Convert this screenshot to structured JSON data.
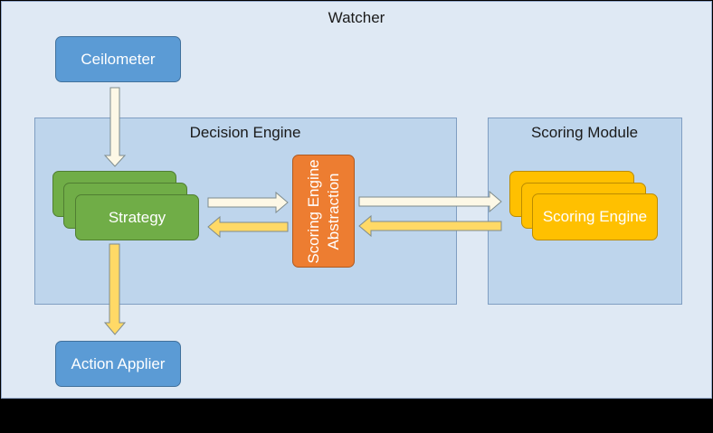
{
  "diagram": {
    "watcher_title": "Watcher",
    "decision_engine_title": "Decision Engine",
    "scoring_module_title": "Scoring Module",
    "ceilometer_label": "Ceilometer",
    "strategy_label": "Strategy",
    "abstraction_line1": "Scoring Engine",
    "abstraction_line2": "Abstraction",
    "scoring_engine_label": "Scoring Engine",
    "action_applier_label": "Action Applier"
  },
  "colors": {
    "background": "#000000",
    "watcher_fill": "#dfe9f4",
    "panel_fill": "#bed5ec",
    "blue": "#5b9bd5",
    "green": "#70ad47",
    "orange": "#ed7d31",
    "gold": "#ffc000",
    "arrow_light": "#fdf8e6",
    "arrow_gold": "#ffd966"
  }
}
